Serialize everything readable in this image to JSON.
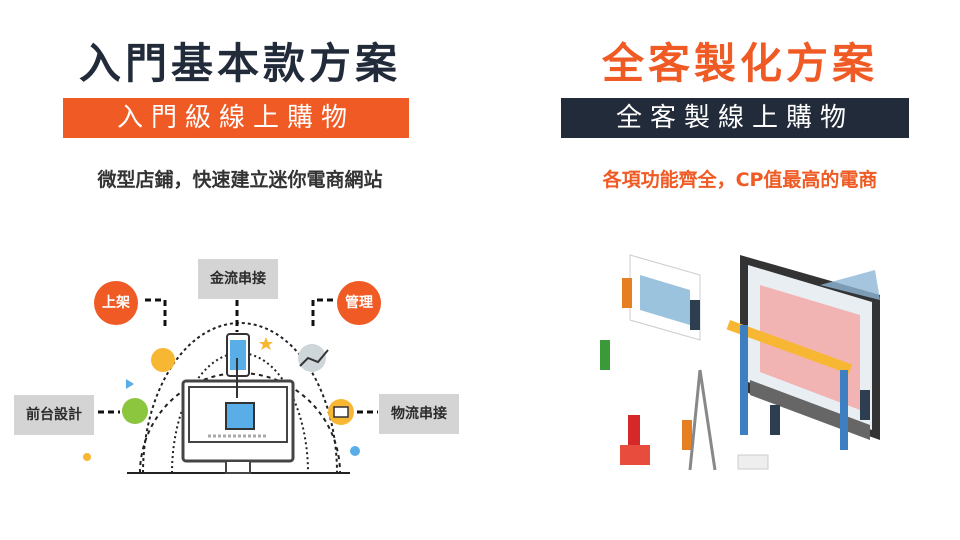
{
  "left": {
    "title": "入門基本款方案",
    "banner": "入門級線上購物",
    "subtitle": "微型店鋪，快速建立迷你電商網站",
    "diagram": {
      "payment": "金流串接",
      "listing": "上架",
      "manage": "管理",
      "frontend": "前台設計",
      "logistics": "物流串接"
    }
  },
  "right": {
    "title": "全客製化方案",
    "banner": "全客製線上購物",
    "subtitle": "各項功能齊全，CP值最高的電商"
  },
  "colors": {
    "accent": "#f05a24",
    "dark": "#222b3a"
  }
}
